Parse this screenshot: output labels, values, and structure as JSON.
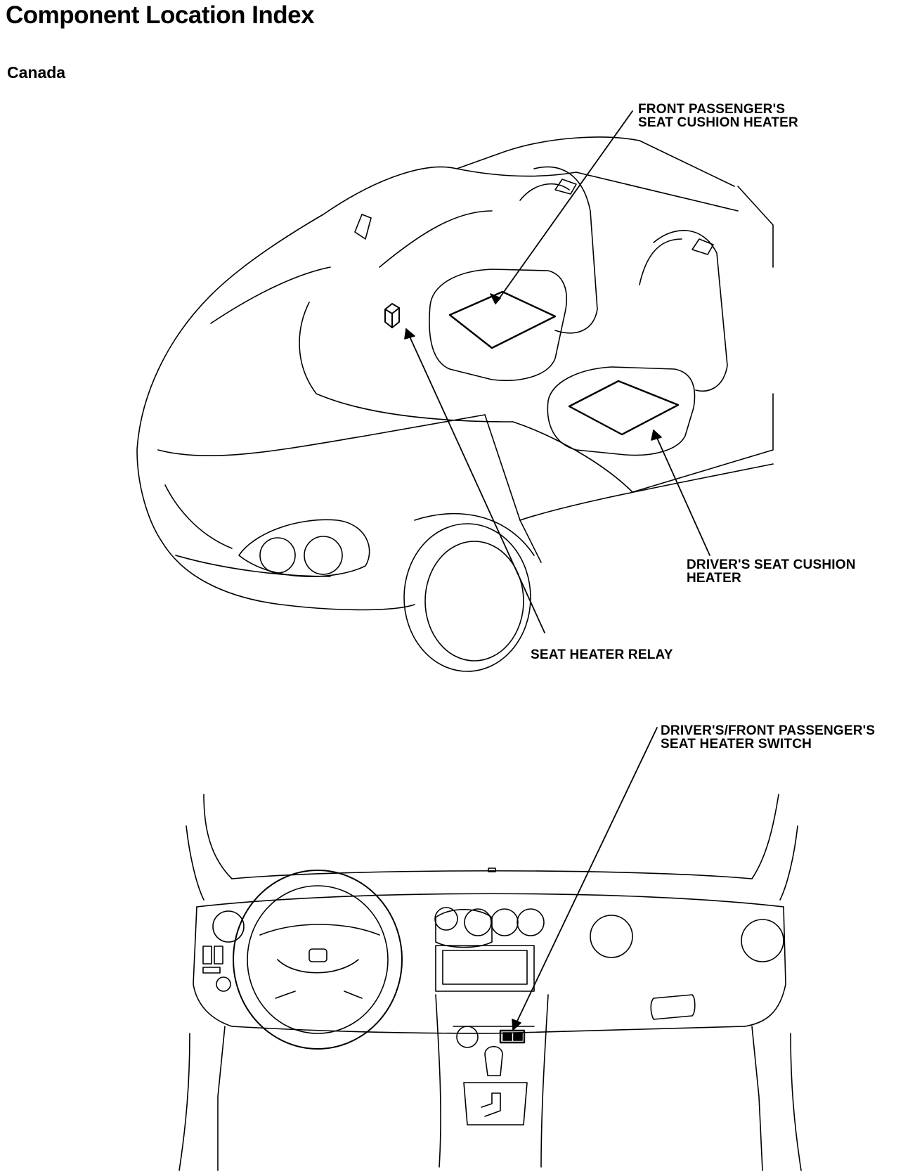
{
  "page": {
    "title": "Component Location Index",
    "section": "Canada"
  },
  "callouts": {
    "front_passenger_seat_heater": "FRONT PASSENGER'S\nSEAT CUSHION HEATER",
    "seat_heater_relay": "SEAT HEATER RELAY",
    "driver_seat_heater": "DRIVER'S SEAT CUSHION\nHEATER",
    "seat_heater_switch": "DRIVER'S/FRONT PASSENGER'S\nSEAT HEATER SWITCH"
  }
}
